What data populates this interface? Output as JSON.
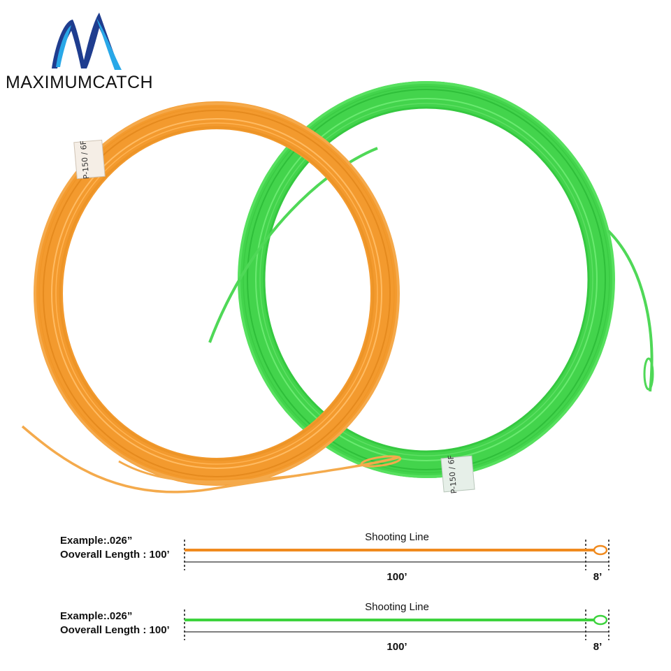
{
  "brand": {
    "name": "MAXIMUMCATCH",
    "logo_colors": [
      "#1f3d8f",
      "#29a8e8"
    ]
  },
  "photo": {
    "lines": [
      {
        "name": "orange-fly-line",
        "color": "#f5a03a",
        "tag_text": "P-150 / 6F"
      },
      {
        "name": "green-fly-line",
        "color": "#52d95a",
        "tag_text": "P-150 / 6F"
      }
    ]
  },
  "diagrams": [
    {
      "example": "Example:.026”",
      "length": "Ooverall Length : 100’",
      "title": "Shooting Line",
      "main_length": "100’",
      "loop_length": "8’",
      "color": "#f08a1e"
    },
    {
      "example": "Example:.026”",
      "length": "Ooverall Length : 100’",
      "title": "Shooting Line",
      "main_length": "100’",
      "loop_length": "8’",
      "color": "#3dd33d"
    }
  ]
}
